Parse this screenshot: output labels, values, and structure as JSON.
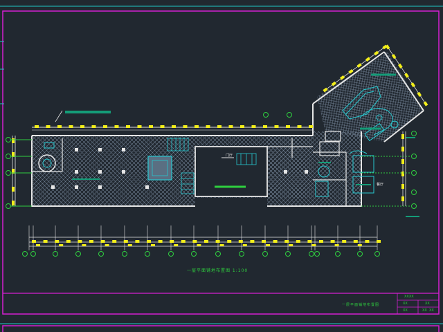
{
  "drawing": {
    "plan_caption": "一层平面铺地布置图  1:100",
    "titleblock_caption": "一层平面铺地布置图",
    "titleblock_cells": [
      "XXXX",
      "XX",
      "XX",
      "XX",
      "XX",
      "XX"
    ],
    "room_marks": [
      "门厅",
      "餐厅"
    ],
    "colors": {
      "background": "#212830",
      "frame": "#d51fd1",
      "border_cyan": "#1ec8c8",
      "wall": "#e6e6e6",
      "dimension_yellow": "#f2ee1a",
      "grid_green": "#2fcf3f",
      "hatch": "#6b7a8c",
      "fixture_cyan": "#27c9d0",
      "accent_teal": "#149c78"
    }
  }
}
